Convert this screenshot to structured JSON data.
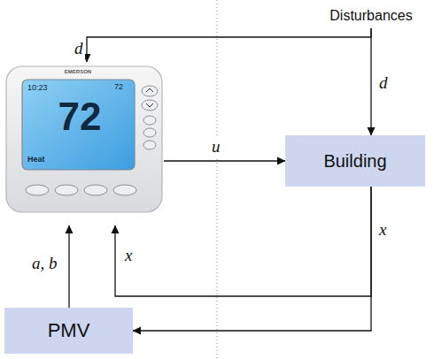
{
  "diagram": {
    "nodes": [
      {
        "text": [
          "Disturbances"
        ]
      },
      {
        "text": [
          "EMERSON",
          "10:23",
          "72",
          "72",
          "Heat"
        ]
      },
      {
        "text": [
          "Building"
        ]
      },
      {
        "text": [
          "PMV"
        ]
      }
    ],
    "edges": [
      {
        "from": 0,
        "to": 1,
        "label": "d",
        "arrow": "to"
      },
      {
        "from": 0,
        "to": 2,
        "label": "d",
        "arrow": "to"
      },
      {
        "from": 1,
        "to": 2,
        "label": "u",
        "arrow": "to"
      },
      {
        "from": 2,
        "to": 1,
        "label": "x",
        "arrow": "to"
      },
      {
        "from": 2,
        "to": 3,
        "label": "x",
        "arrow": "to"
      },
      {
        "from": 3,
        "to": 1,
        "label": "a, b",
        "arrow": "to"
      }
    ]
  }
}
